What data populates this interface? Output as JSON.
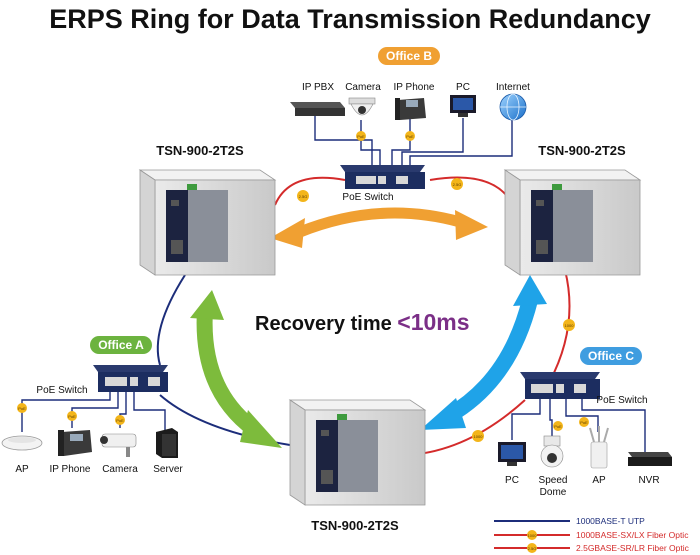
{
  "title": "ERPS Ring for Data Transmission Redundancy",
  "recovery": {
    "prefix": "Recovery time ",
    "value": "<10ms"
  },
  "switches": {
    "left": "TSN-900-2T2S",
    "right": "TSN-900-2T2S",
    "bottom": "TSN-900-2T2S"
  },
  "offices": {
    "a": {
      "label": "Office A",
      "switch": "PoE Switch",
      "devices": [
        "AP",
        "IP Phone",
        "Camera",
        "Server"
      ]
    },
    "b": {
      "label": "Office B",
      "switch": "PoE Switch",
      "devices": [
        "IP PBX",
        "Camera",
        "IP Phone",
        "PC",
        "Internet"
      ]
    },
    "c": {
      "label": "Office C",
      "switch": "PoE Switch",
      "devices": [
        "PC",
        "Speed",
        "Dome",
        "AP",
        "NVR"
      ]
    }
  },
  "link_badges": {
    "fiber_1g": "1000",
    "fiber_2_5g": "2.5G",
    "poe": "PoE"
  },
  "legend": [
    {
      "label": "1000BASE-T UTP",
      "color": "#1c2d7a"
    },
    {
      "label": "1000BASE-SX/LX Fiber Optic",
      "color": "#d42b2b"
    },
    {
      "label": "2.5GBASE-SR/LR Fiber Optic",
      "color": "#d42b2b"
    }
  ],
  "colors": {
    "office_a": "#6cb33f",
    "office_b": "#f0a032",
    "office_c": "#3f9de0",
    "orange_arrow": "#f0a032",
    "green_arrow": "#7dbb3c",
    "blue_arrow": "#1fa3e8",
    "recovery_value": "#7b2f87",
    "utp": "#1c2d7a",
    "fiber": "#d42b2b",
    "badge": "#f3b51a"
  }
}
